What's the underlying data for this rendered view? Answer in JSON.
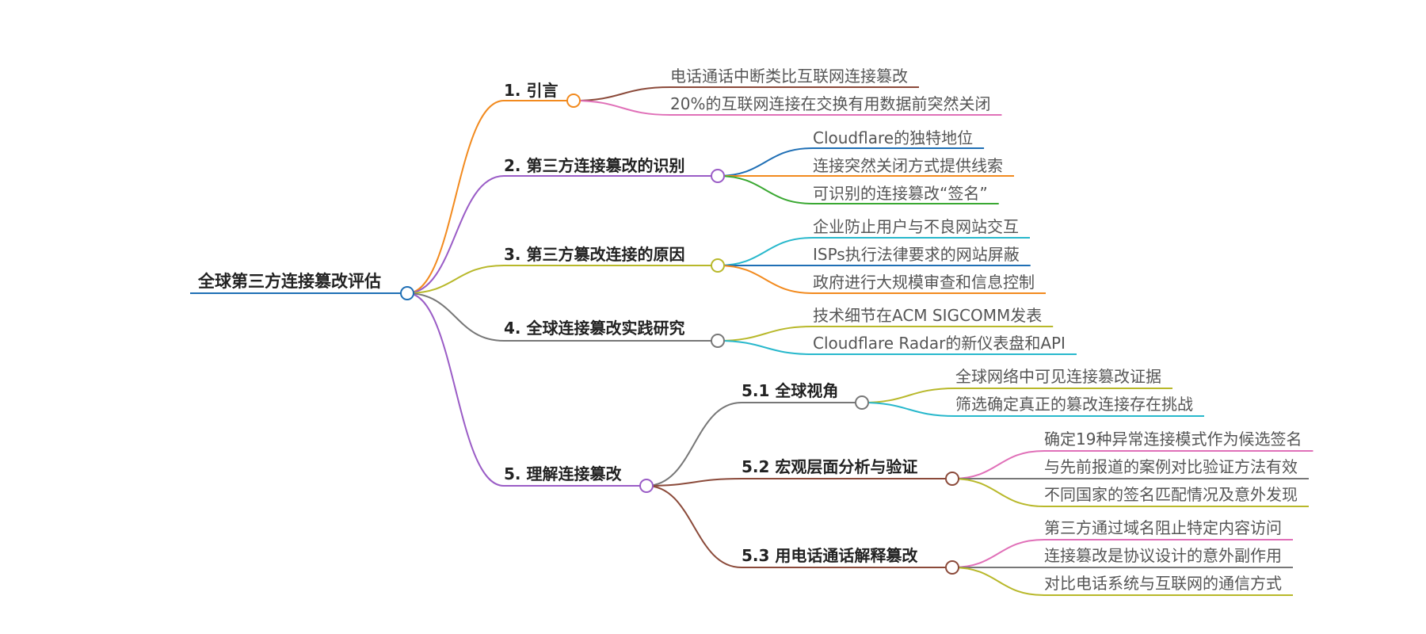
{
  "mindmap": {
    "root": {
      "label": "全球第三方连接篡改评估",
      "color": "#1f6fb5"
    },
    "branches": [
      {
        "label": "1. 引言",
        "color": "#f28a1e",
        "leaves": [
          {
            "label": "电话通话中断类比互联网连接篡改",
            "color": "#8b4a3a"
          },
          {
            "label": "20%的互联网连接在交换有用数据前突然关闭",
            "color": "#e070b8"
          }
        ]
      },
      {
        "label": "2. 第三方连接篡改的识别",
        "color": "#9a5cc6",
        "leaves": [
          {
            "label": "Cloudflare的独特地位",
            "color": "#1f6fb5"
          },
          {
            "label": "连接突然关闭方式提供线索",
            "color": "#f28a1e"
          },
          {
            "label": "可识别的连接篡改“签名”",
            "color": "#3aa832"
          }
        ]
      },
      {
        "label": "3. 第三方篡改连接的原因",
        "color": "#b8b82a",
        "leaves": [
          {
            "label": "企业防止用户与不良网站交互",
            "color": "#28b8cc"
          },
          {
            "label": "ISPs执行法律要求的网站屏蔽",
            "color": "#1f6fb5"
          },
          {
            "label": "政府进行大规模审查和信息控制",
            "color": "#f28a1e"
          }
        ]
      },
      {
        "label": "4. 全球连接篡改实践研究",
        "color": "#777777",
        "leaves": [
          {
            "label": "技术细节在ACM SIGCOMM发表",
            "color": "#b8b82a"
          },
          {
            "label": "Cloudflare Radar的新仪表盘和API",
            "color": "#28b8cc"
          }
        ]
      },
      {
        "label": "5. 理解连接篡改",
        "color": "#9a5cc6",
        "children": [
          {
            "label": "5.1 全球视角",
            "color": "#777777",
            "leaves": [
              {
                "label": "全球网络中可见连接篡改证据",
                "color": "#b8b82a"
              },
              {
                "label": "筛选确定真正的篡改连接存在挑战",
                "color": "#28b8cc"
              }
            ]
          },
          {
            "label": "5.2 宏观层面分析与验证",
            "color": "#8b4a3a",
            "leaves": [
              {
                "label": "确定19种异常连接模式作为候选签名",
                "color": "#e070b8"
              },
              {
                "label": "与先前报道的案例对比验证方法有效",
                "color": "#777777"
              },
              {
                "label": "不同国家的签名匹配情况及意外发现",
                "color": "#b8b82a"
              }
            ]
          },
          {
            "label": "5.3 用电话通话解释篡改",
            "color": "#8b4a3a",
            "leaves": [
              {
                "label": "第三方通过域名阻止特定内容访问",
                "color": "#e070b8"
              },
              {
                "label": "连接篡改是协议设计的意外副作用",
                "color": "#777777"
              },
              {
                "label": "对比电话系统与互联网的通信方式",
                "color": "#b8b82a"
              }
            ]
          }
        ]
      }
    ]
  }
}
